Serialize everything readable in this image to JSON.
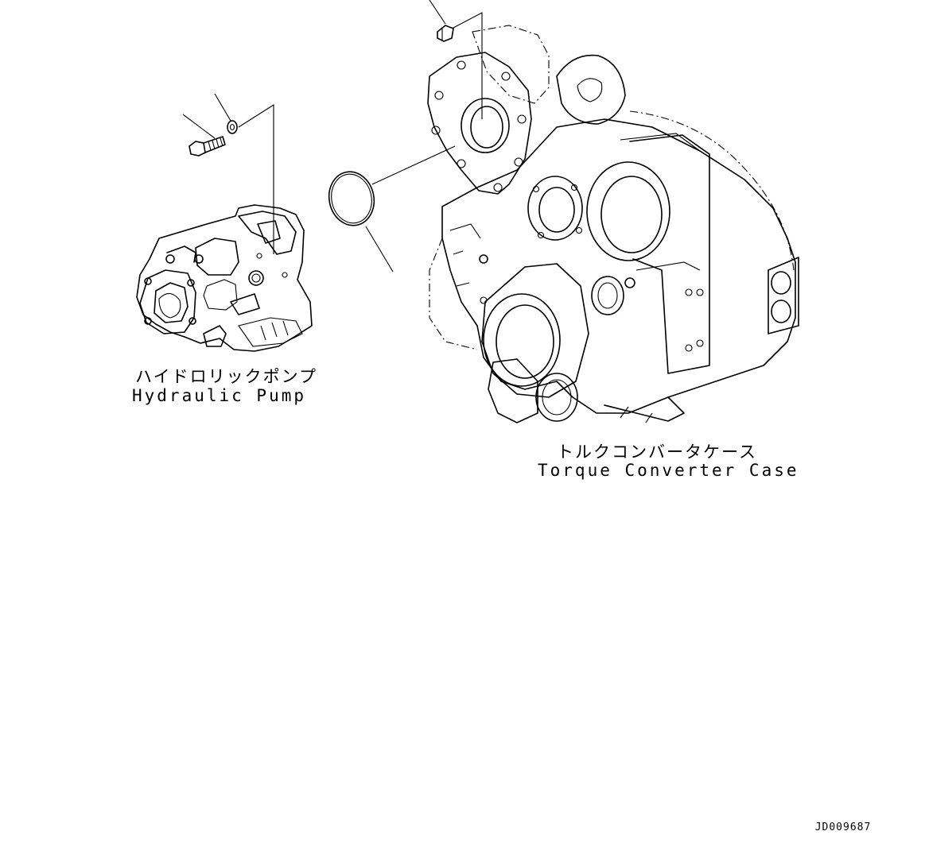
{
  "parts": {
    "hydraulic_pump": {
      "label_jp": "ハイドロリックポンプ",
      "label_en": "Hydraulic Pump"
    },
    "torque_converter_case": {
      "label_jp": "トルクコンバータケース",
      "label_en": "Torque Converter Case"
    }
  },
  "drawing_id": "JD009687"
}
